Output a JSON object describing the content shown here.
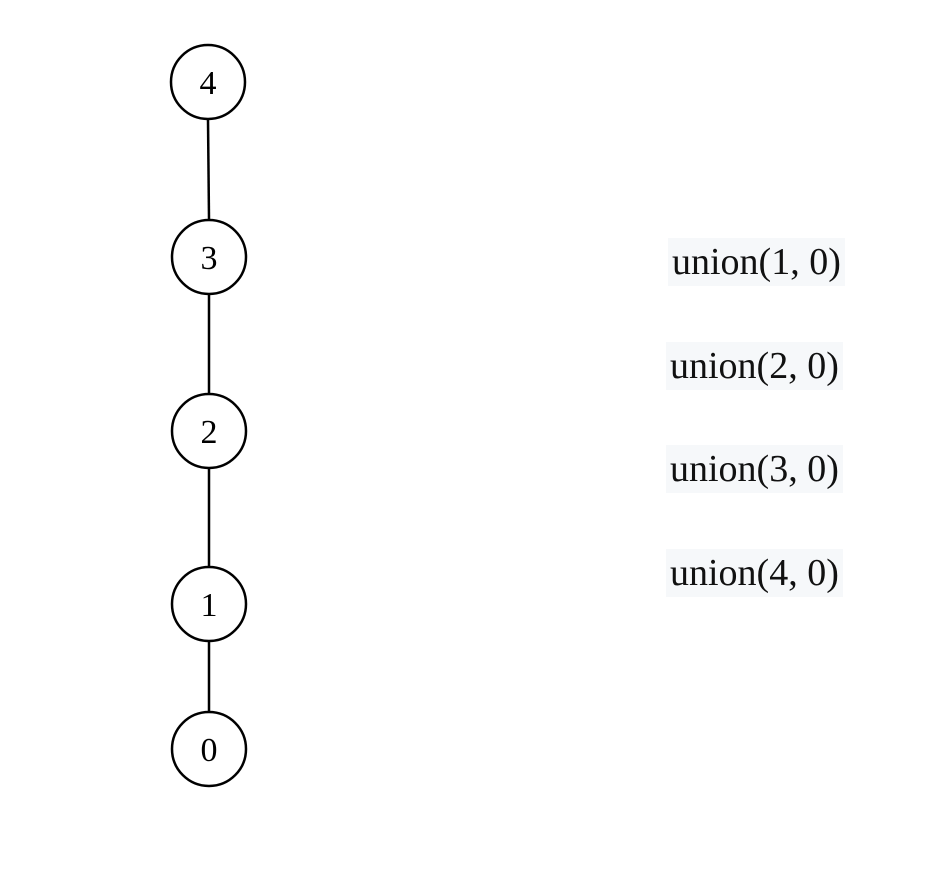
{
  "diagram": {
    "nodes": [
      {
        "label": "4"
      },
      {
        "label": "3"
      },
      {
        "label": "2"
      },
      {
        "label": "1"
      },
      {
        "label": "0"
      }
    ],
    "edges": [
      {
        "from": "4",
        "to": "3"
      },
      {
        "from": "3",
        "to": "2"
      },
      {
        "from": "2",
        "to": "1"
      },
      {
        "from": "1",
        "to": "0"
      }
    ]
  },
  "operations": [
    "union(1, 0)",
    "union(2, 0)",
    "union(3, 0)",
    "union(4, 0)"
  ]
}
